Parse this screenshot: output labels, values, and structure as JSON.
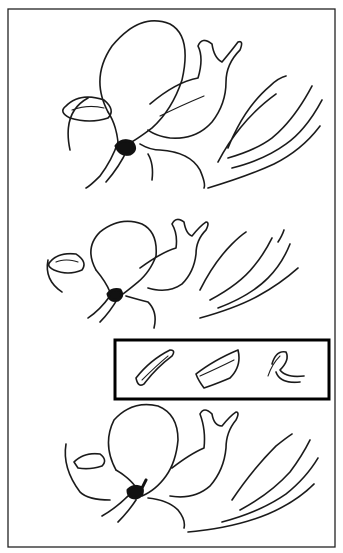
{
  "figure": {
    "panels": [
      {
        "role": "anatomy-sketch-top"
      },
      {
        "role": "anatomy-sketch-middle"
      },
      {
        "role": "anatomy-sketch-bottom"
      }
    ],
    "inset": {
      "items": [
        {
          "role": "instrument-sketch-1"
        },
        {
          "role": "instrument-sketch-2"
        },
        {
          "role": "instrument-sketch-3"
        }
      ]
    },
    "colors": {
      "ink": "#1a1a1a",
      "background": "#ffffff",
      "frame": "#000000"
    }
  }
}
